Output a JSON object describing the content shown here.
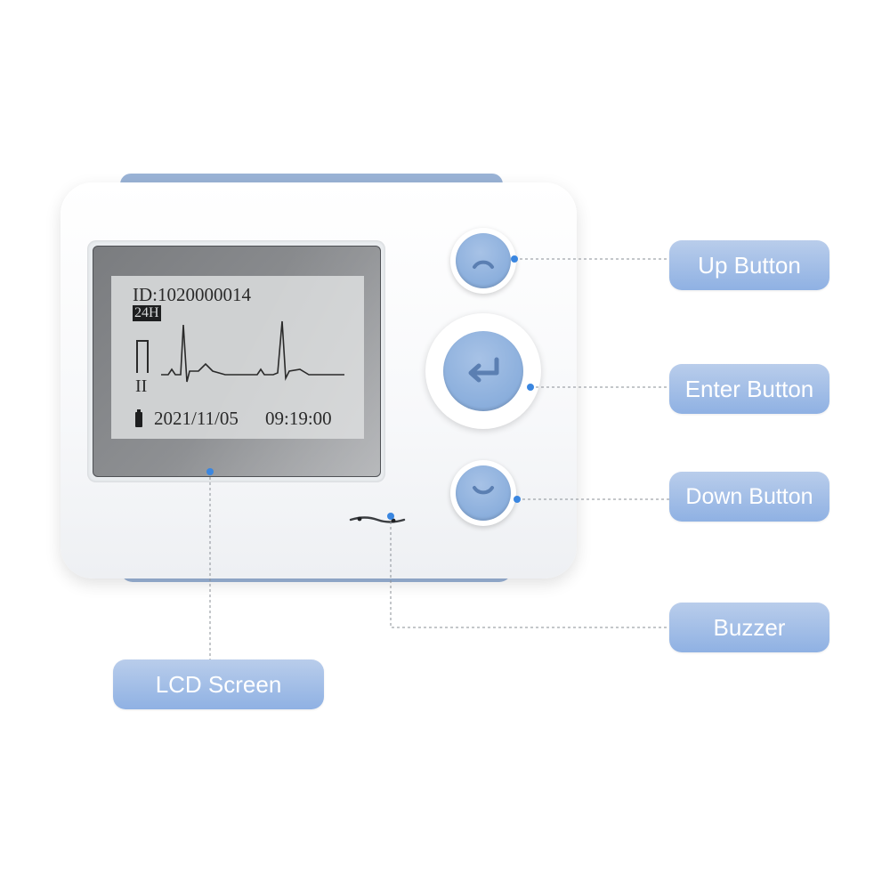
{
  "device": {
    "lcd": {
      "id_line": "ID:1020000014",
      "mode_badge": "24H",
      "lead_label": "II",
      "date": "2021/11/05",
      "time": "09:19:00"
    }
  },
  "callouts": {
    "up_button": "Up Button",
    "enter_button": "Enter Button",
    "down_button": "Down Button",
    "buzzer": "Buzzer",
    "lcd_screen": "LCD Screen"
  },
  "colors": {
    "accent_blue": "#8aaedc",
    "label_blue": "#9dbbe6",
    "dot_blue": "#3a86e0",
    "device_band": "#9ab3d6"
  },
  "icons": {
    "up": "arc-up-icon",
    "enter": "enter-return-icon",
    "down": "arc-down-icon",
    "battery": "battery-icon"
  }
}
